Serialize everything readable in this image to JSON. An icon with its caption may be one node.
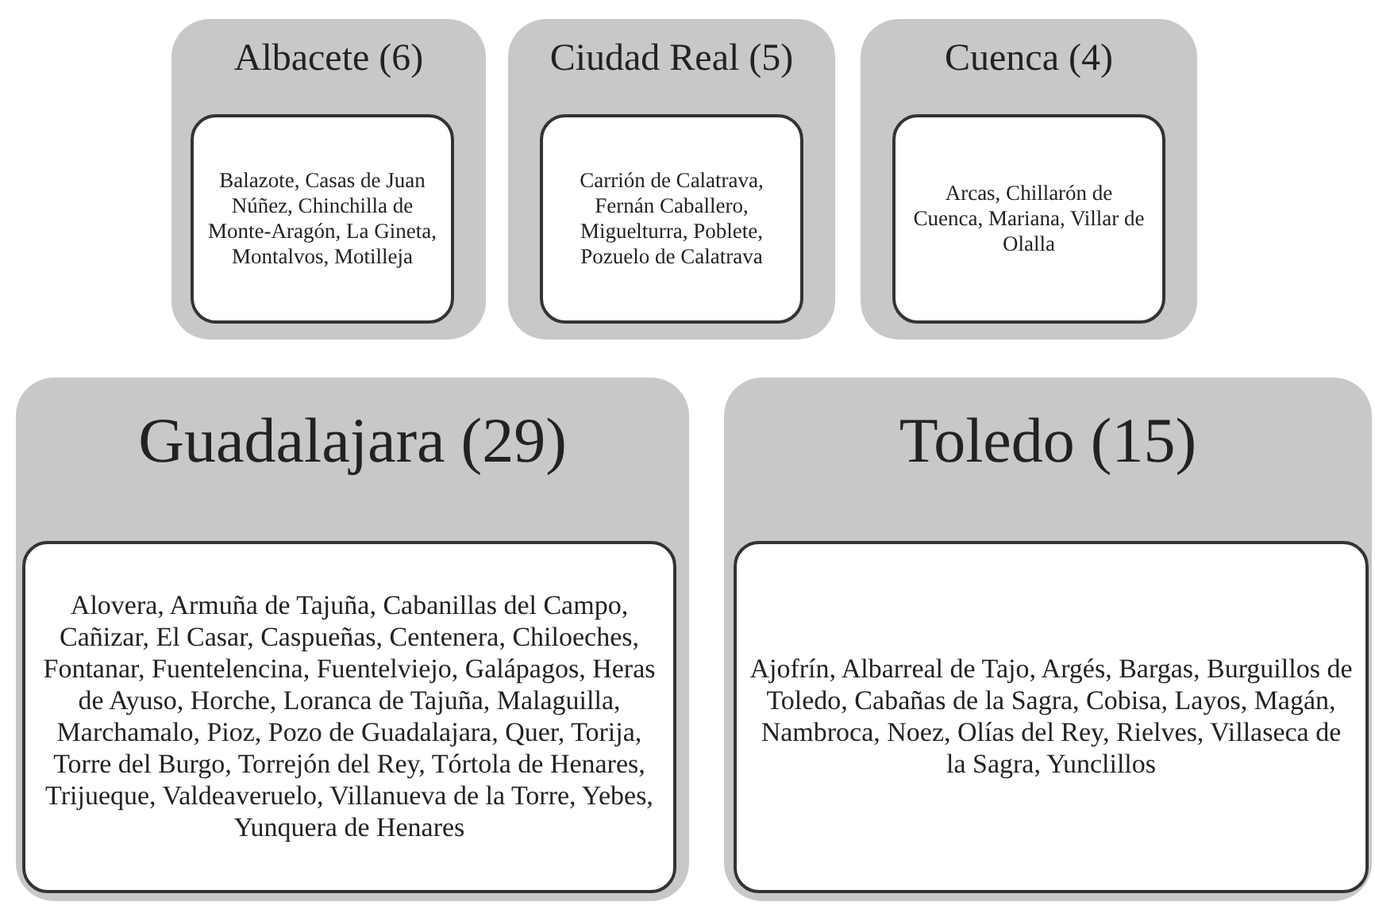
{
  "diagram": {
    "nodes": [
      {
        "text": [
          "Albacete (6)"
        ]
      },
      {
        "text": [
          "Balazote, Casas de Juan Núñez, Chinchilla de Monte-Aragón, La Gineta, Montalvos, Motilleja"
        ],
        "in": 0
      },
      {
        "text": [
          "Ciudad Real (5)"
        ]
      },
      {
        "text": [
          "Carrión de Calatrava, Fernán Caballero, Miguelturra, Poblete, Pozuelo de Calatrava"
        ],
        "in": 2
      },
      {
        "text": [
          "Cuenca (4)"
        ]
      },
      {
        "text": [
          "Arcas, Chillarón de Cuenca, Mariana, Villar de Olalla"
        ],
        "in": 4
      },
      {
        "text": [
          "Guadalajara (29)"
        ]
      },
      {
        "text": [
          "Alovera, Armuña de Tajuña, Cabanillas del Campo, Cañizar, El Casar, Caspueñas, Centenera, Chiloeches, Fontanar, Fuentelencina, Fuentelviejo, Galápagos, Heras de Ayuso, Horche, Loranca de Tajuña, Malaguilla, Marchamalo, Pioz, Pozo de Guadalajara, Quer, Torija, Torre del Burgo, Torrejón del Rey, Tórtola de Henares, Trijueque, Valdeaveruelo, Villanueva de la Torre, Yebes, Yunquera de Henares"
        ],
        "in": 6
      },
      {
        "text": [
          "Toledo (15)"
        ]
      },
      {
        "text": [
          "Ajofrín, Albarreal de Tajo, Argés, Bargas, Burguillos de Toledo, Cabañas de la Sagra, Cobisa, Layos, Magán, Nambroca, Noez, Olías del Rey, Rielves, Villaseca de la Sagra, Yunclillos"
        ],
        "in": 8
      }
    ]
  }
}
